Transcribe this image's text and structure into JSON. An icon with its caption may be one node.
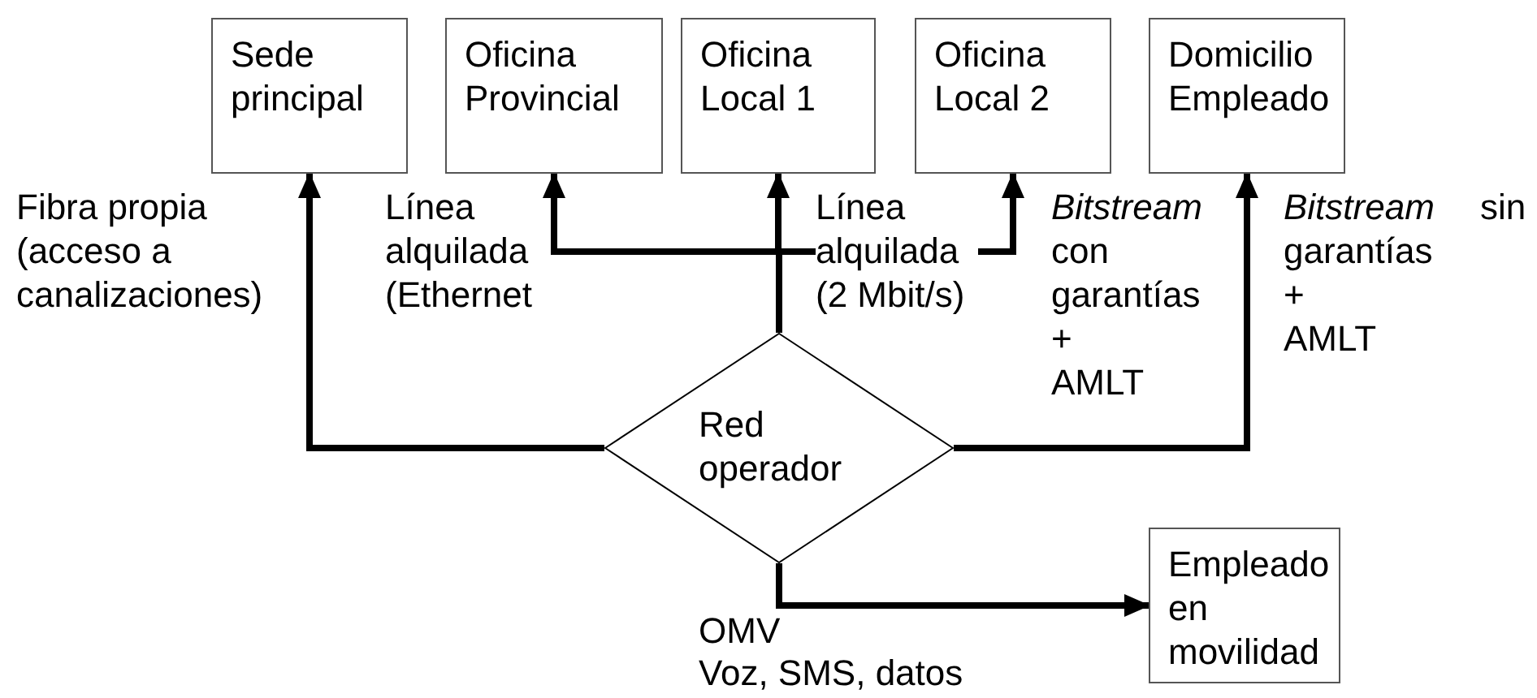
{
  "diagram": {
    "nodes": [
      {
        "text": [
          "Sede principal"
        ]
      },
      {
        "text": [
          "Oficina Provincial"
        ]
      },
      {
        "text": [
          "Oficina Local 1"
        ]
      },
      {
        "text": [
          "Oficina Local 2"
        ]
      },
      {
        "text": [
          "Domicilio Empleado"
        ]
      },
      {
        "text": [
          "Red operador"
        ]
      },
      {
        "text": [
          "Empleado en movilidad"
        ]
      }
    ],
    "edges": [
      {
        "from": 5,
        "to": 0,
        "arrow": "to",
        "label": "Fibra propia (acceso a canalizaciones)"
      },
      {
        "from": 5,
        "to": 1,
        "arrow": "to",
        "label": "Línea alquilada (Ethernet"
      },
      {
        "from": 5,
        "to": 2,
        "arrow": "to",
        "label": "Línea alquilada (2 Mbit/s)"
      },
      {
        "from": 5,
        "to": 3,
        "arrow": "to",
        "label": "*Bitstream* con garantías + AMLT"
      },
      {
        "from": 5,
        "to": 4,
        "arrow": "to",
        "label": "*Bitstream* sin garantías + AMLT"
      },
      {
        "from": 5,
        "to": 6,
        "arrow": "to",
        "label": "OMV"
      }
    ],
    "labels": [
      "Voz, SMS, datos"
    ]
  }
}
